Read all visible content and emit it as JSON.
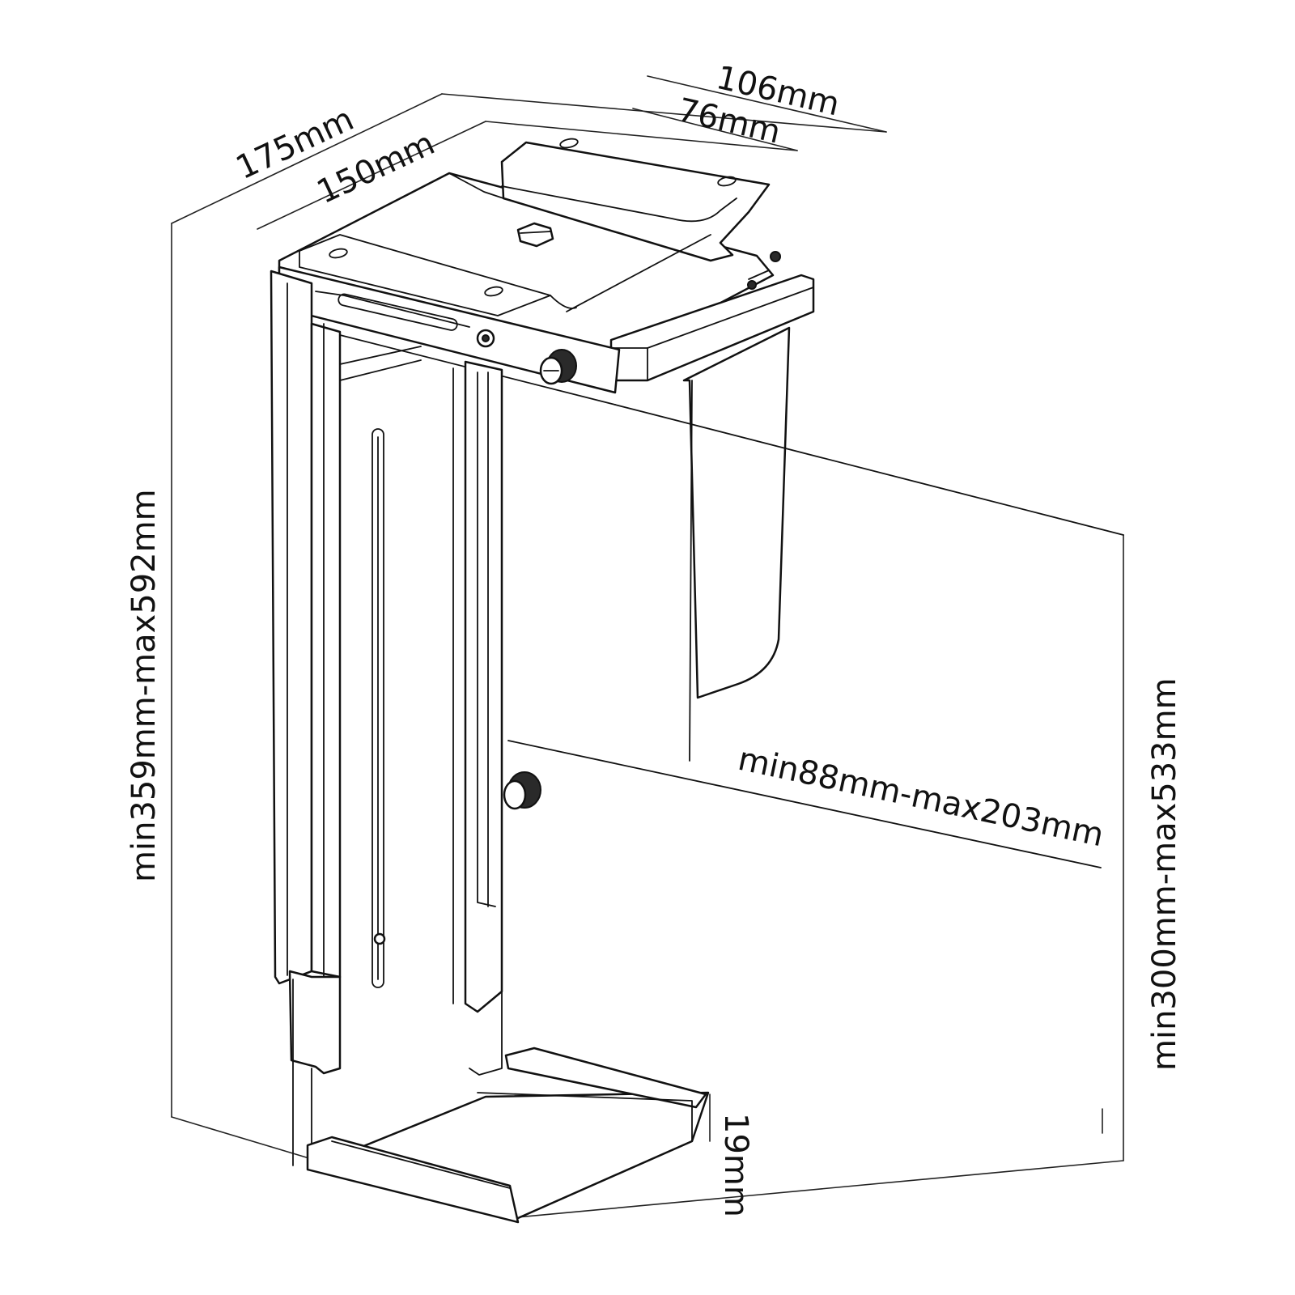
{
  "dimensions": {
    "top_depth_outer": "175mm",
    "top_depth_inner": "150mm",
    "top_width_outer": "106mm",
    "top_width_inner": "76mm",
    "height_range": "min359mm-max592mm",
    "case_width_range": "min88mm-max203mm",
    "case_height_range": "min300mm-max533mm",
    "bottom_lip": "19mm"
  },
  "colors": {
    "line": "#111111",
    "background": "#ffffff"
  }
}
